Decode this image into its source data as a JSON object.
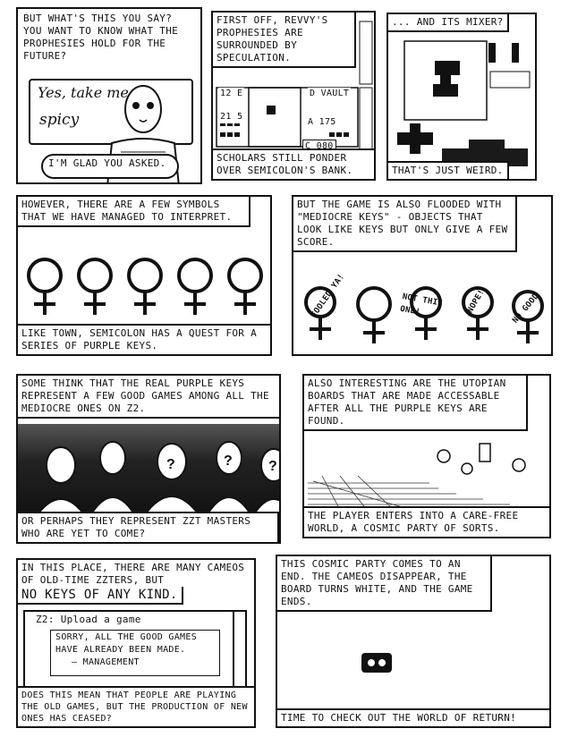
{
  "row1": {
    "p1": {
      "caption": "But what's this you say? You want to know what the prophesies hold for the future?",
      "speech_line1": "Yes, take me to",
      "speech_line2": "spicy",
      "reply": "I'm glad you asked."
    },
    "p2": {
      "caption": "First off, Revvy's prophesies are surrounded by speculation.",
      "label_tl": "12 E",
      "label_tr": "D VAULT",
      "label_ml": "21 5",
      "label_mr": "A 175",
      "label_bot": "C 080",
      "footer": "Scholars still ponder over semicolon's bank."
    },
    "p3": {
      "caption": "... and its mixer?",
      "footer": "That's just weird."
    }
  },
  "row2": {
    "p4": {
      "caption": "However, there are a few symbols that we have managed to interpret.",
      "footer": "Like Town, Semicolon has a quest for a series of purple keys."
    },
    "p5": {
      "caption": "But the game is also flooded with \"mediocre keys\" - objects that look like keys but only give a few score.",
      "stamps": [
        "FOOLED YA!",
        "NOT THIS ONE!",
        "NOPE!",
        "NO GOOD"
      ]
    }
  },
  "row3": {
    "p6": {
      "caption": "Some think that the real purple keys represent a few good games among all the mediocre ones on z2.",
      "footer": "Or perhaps they represent ZZT masters who are yet to come?"
    },
    "p7": {
      "caption": "Also interesting are the utopian boards that are made accessable after all the purple keys are found.",
      "footer": "The player enters into a care-free world, a cosmic party of sorts."
    }
  },
  "row4": {
    "p8": {
      "caption": "In this place, there are many cameos of old-time ZZTers, but",
      "caption_big": "no keys of any kind.",
      "window_title": "Z2: Upload a game",
      "msg_line1": "Sorry, all the good games",
      "msg_line2": "have already been made.",
      "msg_line3": "— Management",
      "footer": "Does this mean that people are playing the old games, but the production of new ones has ceased?"
    },
    "p9": {
      "caption": "This cosmic party comes to an end. The cameos disappear, the board turns white, and the game ends.",
      "footer": "Time to check out the world of return!"
    }
  }
}
